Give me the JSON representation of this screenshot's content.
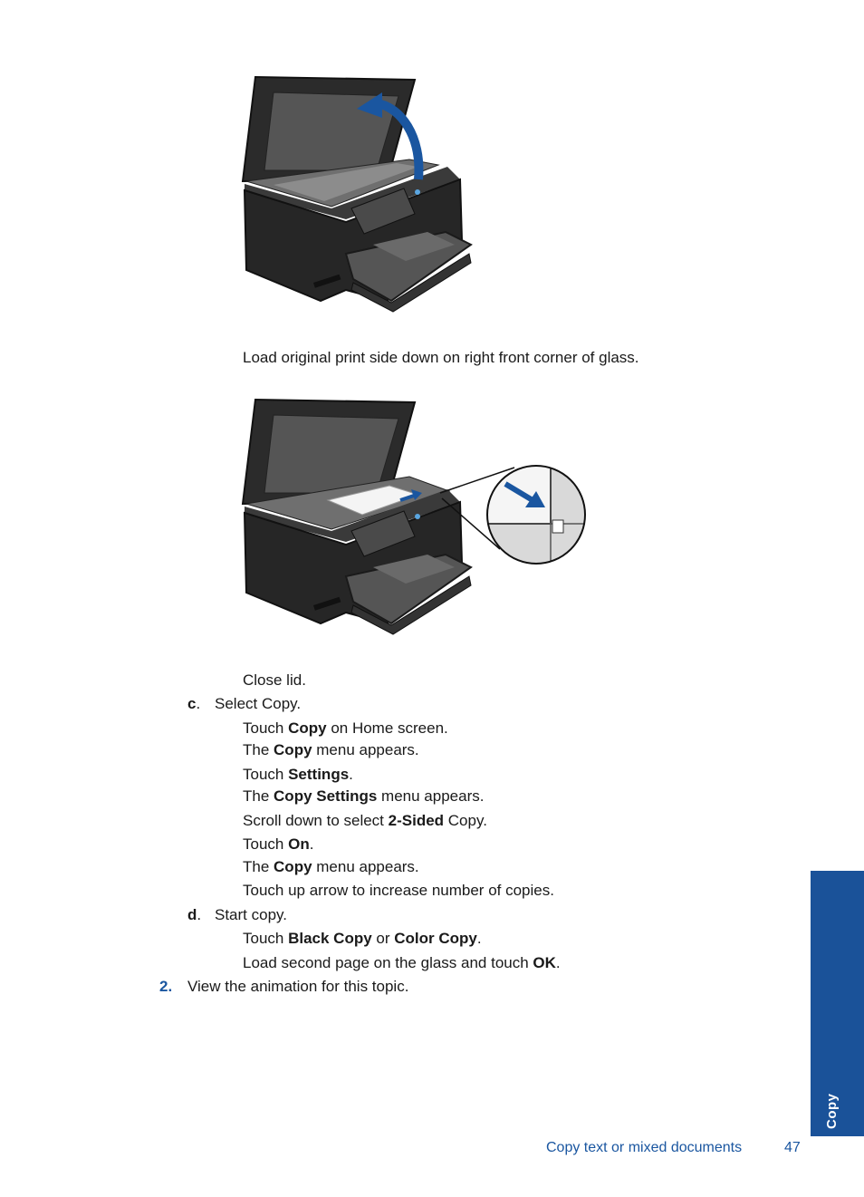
{
  "figure1": {
    "caption": "Load original print side down on right front corner of glass."
  },
  "figure2": {},
  "steps": {
    "close_lid": "Close lid.",
    "c": {
      "label": "c",
      "dot": ".",
      "text": "Select Copy.",
      "sub": [
        {
          "pre": "Touch ",
          "bold": "Copy",
          "post": " on Home screen."
        },
        {
          "pre": "The ",
          "bold": "Copy",
          "post": " menu appears."
        },
        {
          "pre": "Touch ",
          "bold": "Settings",
          "post": "."
        },
        {
          "pre": "The ",
          "bold": "Copy Settings",
          "post": " menu appears."
        },
        {
          "pre": "Scroll down to select ",
          "bold": "2-Sided",
          "post": " Copy."
        },
        {
          "pre": "Touch ",
          "bold": "On",
          "post": "."
        },
        {
          "pre": "The ",
          "bold": "Copy",
          "post": " menu appears."
        },
        {
          "pre": "Touch up arrow to increase number of copies.",
          "bold": "",
          "post": ""
        }
      ]
    },
    "d": {
      "label": "d",
      "dot": ".",
      "text": "Start copy.",
      "sub1": {
        "pre": "Touch ",
        "bold1": "Black Copy",
        "mid": " or ",
        "bold2": "Color Copy",
        "post": "."
      },
      "sub2": {
        "pre": "Load second page on the glass and touch ",
        "bold": "OK",
        "post": "."
      }
    },
    "two": {
      "number": "2.",
      "text": "View the animation for this topic."
    }
  },
  "side_tab": {
    "label": "Copy",
    "color": "#1a5299"
  },
  "footer": {
    "section": "Copy text or mixed documents",
    "page": "47",
    "color": "#1a56a0"
  },
  "colors": {
    "arrow": "#1a56a0",
    "printer_body": "#2a2a2a"
  }
}
